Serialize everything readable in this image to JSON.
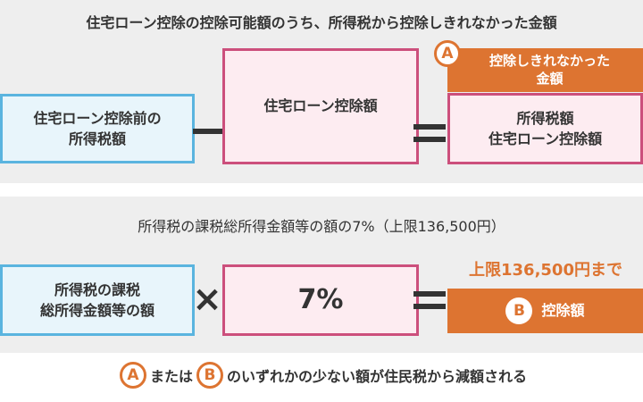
{
  "section1": {
    "title": "住宅ローン控除の控除可能額のうち、所得税から控除しきれなかった金額",
    "box_income_tax_before": {
      "line1": "住宅ローン控除前の",
      "line2": "所得税額"
    },
    "box_loan_deduction": "住宅ローン控除額",
    "badge_a": "A",
    "box_uncovered": {
      "line1": "控除しきれなかった",
      "line2": "金額"
    },
    "box_result": {
      "line1": "所得税額",
      "line2": "住宅ローン控除額"
    }
  },
  "section2": {
    "title": "所得税の課税総所得金額等の額の7%（上限136,500円）",
    "box_taxable_income": {
      "line1": "所得税の課税",
      "line2": "総所得金額等の額"
    },
    "times_symbol": "×",
    "box_rate": "7%",
    "limit_text": "上限136,500円まで",
    "badge_b": "B",
    "box_deduction": "控除額"
  },
  "footer": {
    "badge_a": "A",
    "text_mid": "または",
    "badge_b": "B",
    "text_end": "のいずれかの少ない額が住民税から減額される"
  },
  "colors": {
    "blue_border": "#5ab4df",
    "pink_border": "#cc4f7c",
    "orange": "#dd7431",
    "panel": "#eeeeee"
  }
}
